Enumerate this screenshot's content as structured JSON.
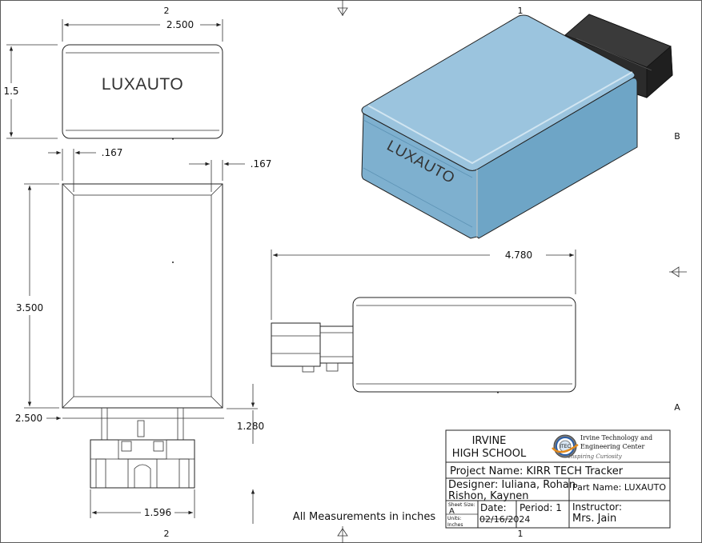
{
  "zones": {
    "top_left": "2",
    "top_right": "1",
    "bottom_left": "2",
    "bottom_right": "1",
    "side_upper": "B",
    "side_lower": "A"
  },
  "top_view": {
    "logo": "LUXAUTO",
    "width_dim": "2.500",
    "height_dim": "1.5"
  },
  "front_view": {
    "left_offset": ".167",
    "right_offset": ".167",
    "height_dim": "3.500",
    "width_dim": "2.500",
    "connector_dim": "1.280",
    "connector_width": "1.596"
  },
  "side_view": {
    "length_dim": "4.780"
  },
  "iso_view": {
    "logo": "LUXAUTO",
    "colors": {
      "top": "#9bc4de",
      "front": "#7eb0cf",
      "side": "#6ea5c6",
      "connector": "#2b2b2b"
    }
  },
  "note": "All Measurements in inches",
  "title_block": {
    "school_line1": "IRVINE",
    "school_line2": "HIGH SCHOOL",
    "org_line1": "Irvine Technology and",
    "org_line2": "Engineering Center",
    "org_tagline": "Inspiring Curiosity",
    "logo_text": "ITEC",
    "project": "Project Name: KIRR TECH Tracker",
    "designer_line1": "Designer: Iuliana, Rohan",
    "designer_line2": "Rishon, Kaynen",
    "part": "Part Name: LUXAUTO",
    "sheet_label": "Sheet Size:",
    "sheet_value": "A",
    "units_label": "Units:",
    "units_value": "Inches",
    "date_label": "Date:",
    "date_value": "02/16/2024",
    "period": "Period: 1",
    "instructor_label": "Instructor:",
    "instructor_value": "Mrs. Jain"
  }
}
